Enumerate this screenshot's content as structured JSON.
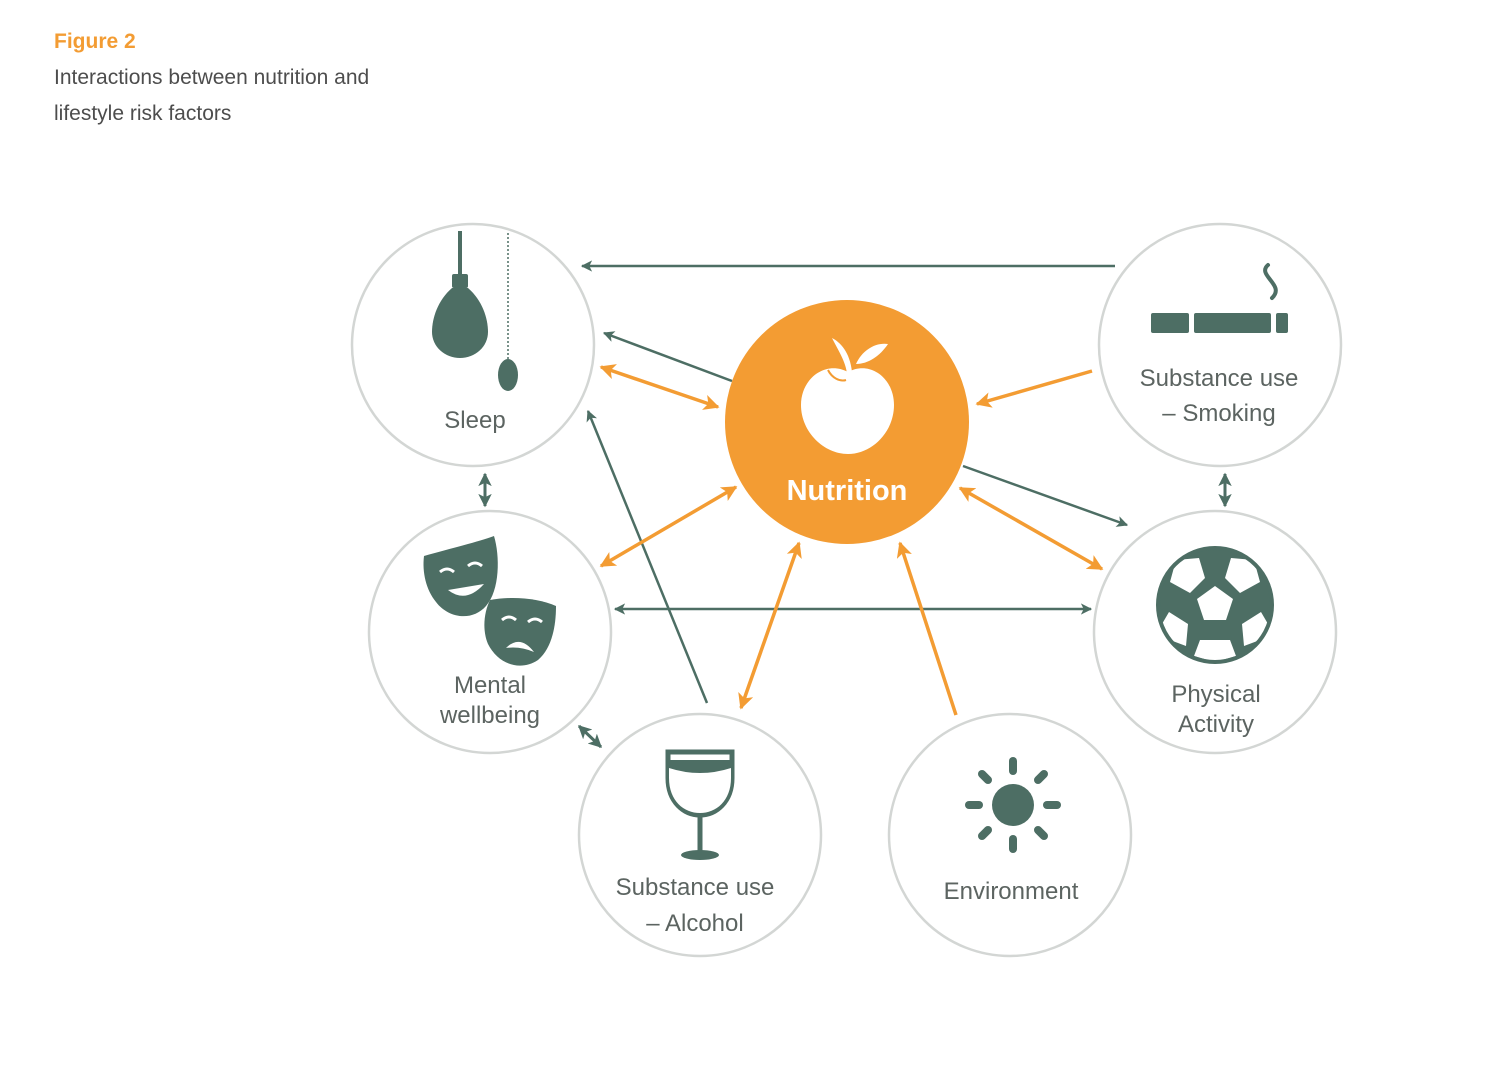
{
  "figure": {
    "label": "Figure 2",
    "caption_line1": "Interactions between nutrition and",
    "caption_line2": "lifestyle risk factors"
  },
  "colors": {
    "orange": "#f39c33",
    "green": "#4d6e64",
    "circle_border": "#d3d6d4",
    "label_gray": "#5c6461",
    "white": "#ffffff"
  },
  "center": {
    "label": "Nutrition",
    "icon": "apple-icon"
  },
  "nodes": {
    "sleep": {
      "label": "Sleep",
      "icon": "light-bulb-icon"
    },
    "smoking": {
      "line1": "Substance use",
      "line2": "– Smoking",
      "icon": "cigarette-icon"
    },
    "mental": {
      "line1": "Mental",
      "line2": "wellbeing",
      "icon": "theatre-masks-icon"
    },
    "physical": {
      "line1": "Physical",
      "line2": "Activity",
      "icon": "football-icon"
    },
    "alcohol": {
      "line1": "Substance use",
      "line2": "– Alcohol",
      "icon": "wine-glass-icon"
    },
    "environment": {
      "label": "Environment",
      "icon": "sun-icon"
    }
  }
}
